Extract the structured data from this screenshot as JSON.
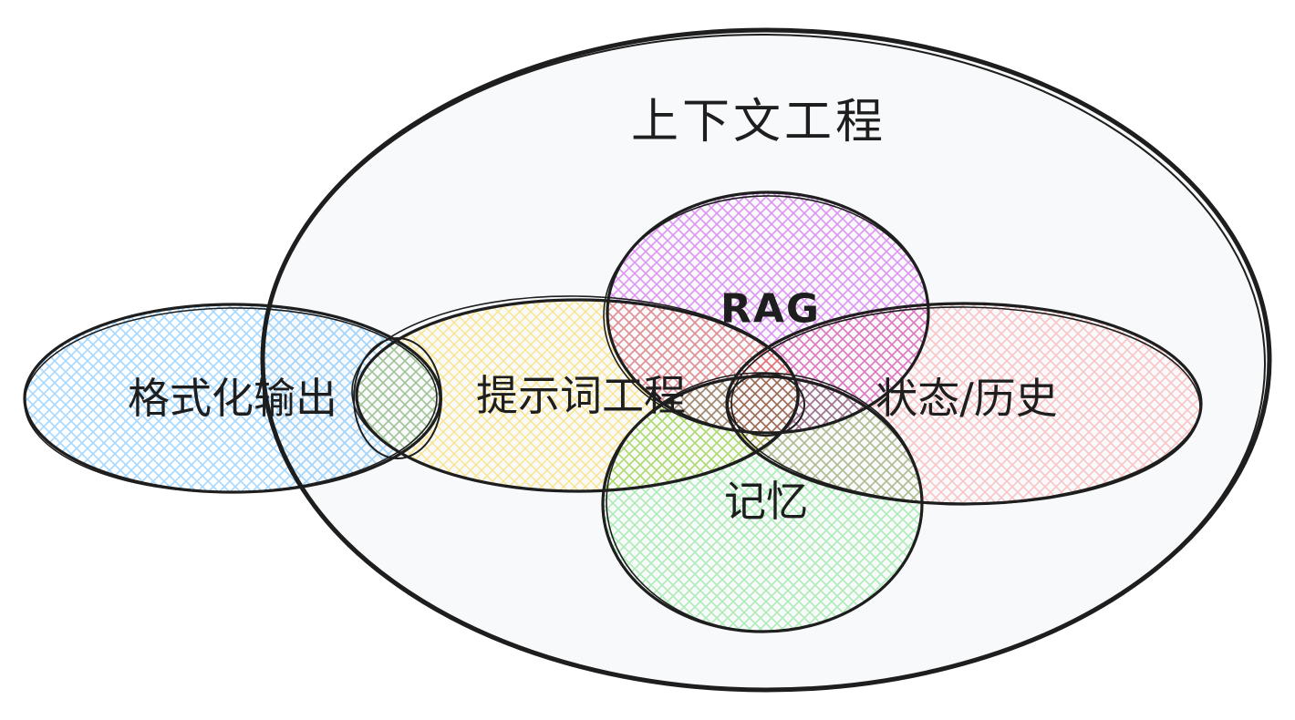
{
  "diagram": {
    "outer": {
      "label": "上下文工程",
      "fill": "#f8f9fa"
    },
    "sets": [
      {
        "id": "format",
        "label": "格式化输出",
        "color": "#a5d8ff"
      },
      {
        "id": "prompt",
        "label": "提示词工程",
        "color": "#ffec99"
      },
      {
        "id": "rag",
        "label": "RAG",
        "color": "#e599f7"
      },
      {
        "id": "state",
        "label": "状态/历史",
        "color": "#ffc9c9"
      },
      {
        "id": "memory",
        "label": "记忆",
        "color": "#b2f2bb"
      }
    ]
  }
}
